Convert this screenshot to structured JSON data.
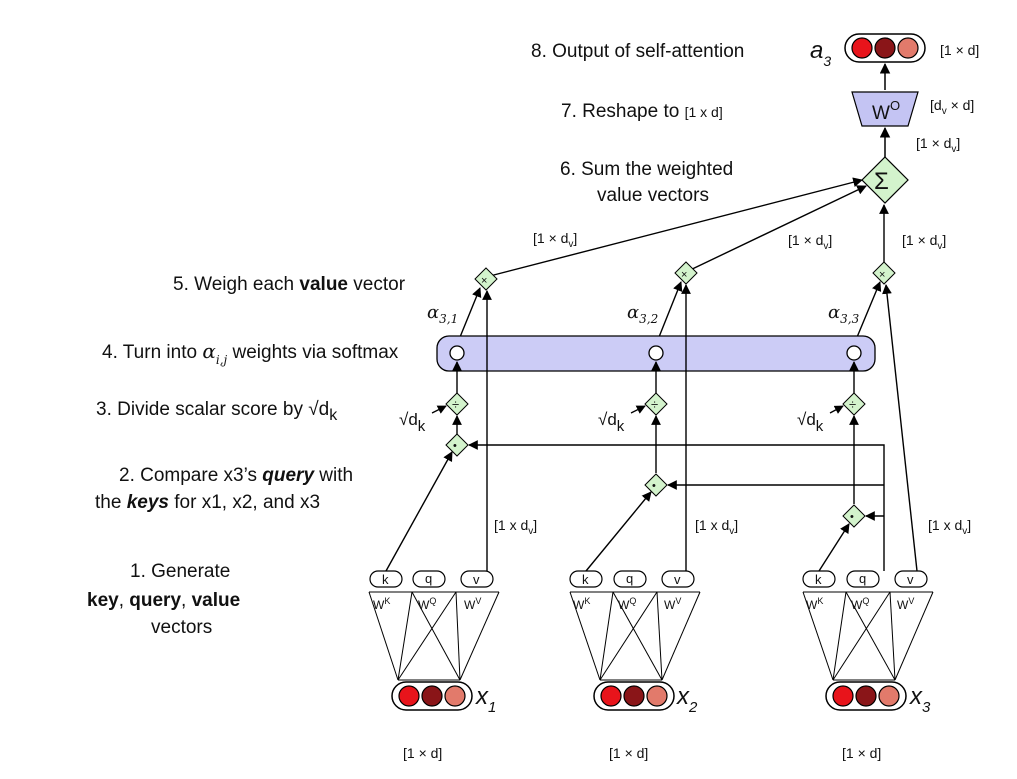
{
  "steps": {
    "s1_line1": "1. Generate",
    "s1_line2_key": "key",
    "s1_line2_c1": ", ",
    "s1_line2_query": "query",
    "s1_line2_c2": ", ",
    "s1_line2_value": "value",
    "s1_line3": "vectors",
    "s2_line1_a": "2. Compare x3’s ",
    "s2_line1_query": "query",
    "s2_line1_b": " with",
    "s2_line2_a": "the ",
    "s2_line2_keys": "keys",
    "s2_line2_b": " for x1, x2, and x3",
    "s3_text": "3. Divide scalar score by √d",
    "s3_sub": "k",
    "s4_a": "4. Turn into ",
    "s4_alpha": "α",
    "s4_sub": "i,j",
    "s4_b": " weights via softmax",
    "s5_a": "5. Weigh each ",
    "s5_value": "value",
    "s5_b": " vector",
    "s6_line1": "6. Sum the weighted",
    "s6_line2": "value vectors",
    "s7_a": "7. Reshape to ",
    "s7_dim": "[1 x d]",
    "s8": "8. Output of self-attention"
  },
  "output": {
    "symbol": "a",
    "sub": "3",
    "dim": "[1 × d]"
  },
  "wo": {
    "label": "W",
    "sup": "O",
    "dim_a": "[d",
    "dim_sub": "v",
    "dim_b": " × d]"
  },
  "sum_symbol": "Σ",
  "dims": {
    "one_by_dv_a": "[1 × d",
    "one_by_dv_sub": "v",
    "one_by_dv_b": "]",
    "one_by_dv_x_a": "[1 x d",
    "one_by_d": "[1 × d]"
  },
  "ops": {
    "mult": "×",
    "div": "÷",
    "dot": "•"
  },
  "sqrt_dk": {
    "a": "√d",
    "sub": "k"
  },
  "alphas": [
    {
      "sym": "α",
      "sub": "3,1"
    },
    {
      "sym": "α",
      "sub": "3,2"
    },
    {
      "sym": "α",
      "sub": "3,3"
    }
  ],
  "inputs": [
    {
      "sym": "x",
      "sub": "1"
    },
    {
      "sym": "x",
      "sub": "2"
    },
    {
      "sym": "x",
      "sub": "3"
    }
  ],
  "proj": {
    "k": "k",
    "q": "q",
    "v": "v",
    "wk": "W",
    "wk_sup": "K",
    "wq": "W",
    "wq_sup": "Q",
    "wv": "W",
    "wv_sup": "V"
  },
  "colors": {
    "node_fill": "#d3f3cc",
    "softmax_fill": "#ccccf6",
    "wo_fill": "#c4c4f3",
    "dot_red": "#e8141b",
    "dot_dark": "#8a1518",
    "dot_salmon": "#e27a6b"
  }
}
